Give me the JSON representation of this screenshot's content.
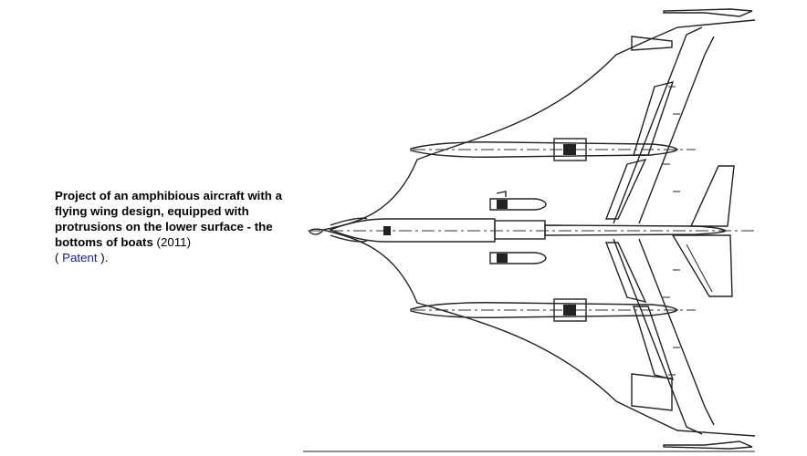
{
  "caption": {
    "bold_text": "Project of an amphibious aircraft with a flying wing design, equipped with protrusions on the lower surface - the bottoms of boats",
    "year": "(2011)",
    "link_open": "( ",
    "link_label": "Patent",
    "link_close": " )."
  },
  "figure": {
    "icon": "aircraft-top-view-drawing"
  }
}
